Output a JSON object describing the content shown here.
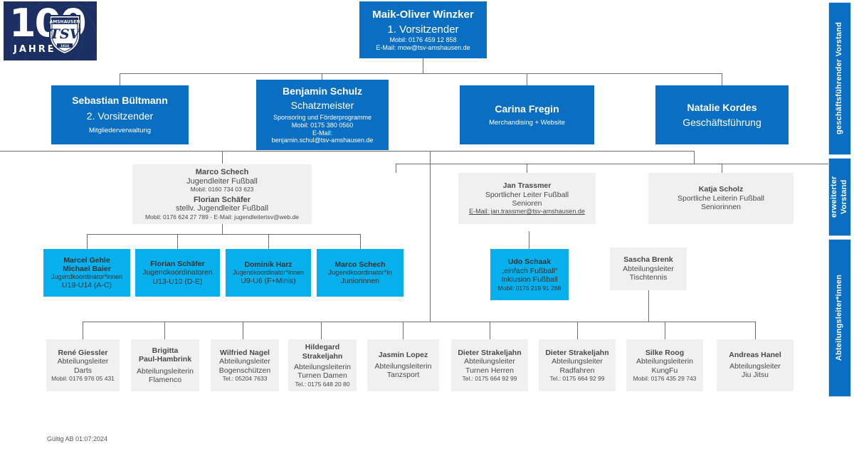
{
  "logo": {
    "number": "100",
    "word": "JAHRE",
    "crest_club": "AMSHAUSEN",
    "crest_initials": "TSV",
    "crest_year": "1924"
  },
  "footer": {
    "validity": "Gültig AB 01:07:2024"
  },
  "side_bands": [
    {
      "label": "geschäftsführender Vorstand"
    },
    {
      "label": "erweiterter Vorstand"
    },
    {
      "label": "Abteilungsleiter*innen"
    }
  ],
  "root": {
    "name": "Maik-Oliver Winzker",
    "role": "1. Vorsitzender",
    "mobile": "Mobil: 0176 459 12 858",
    "email": "E-Mail: mow@tsv-amshausen.de"
  },
  "board": [
    {
      "name": "Sebastian Bültmann",
      "role": "2. Vorsitzender",
      "detail": "Mitgliederverwaltung"
    },
    {
      "name": "Benjamin Schulz",
      "role": "Schatzmeister",
      "detail": "Sponsoring und Förderprogramme",
      "mobile": "Mobil: 0175 380 0560",
      "email_label": "E-Mail:",
      "email": "benjamin.schul@tsv-amshausen.de"
    },
    {
      "name": "Carina Fregin",
      "role": "",
      "detail": "Merchandising + Website"
    },
    {
      "name": "Natalie Kordes",
      "role": "Geschäftsführung",
      "detail": ""
    }
  ],
  "extended_board": [
    {
      "name1": "Marco Schech",
      "role1": "Jugendleiter Fußball",
      "contact1": "Mobil: 0160 734 03 623",
      "name2": "Florian Schäfer",
      "role2": "stellv. Jugendleiter Fußball",
      "contact2": "Mobil: 0176 624 27 789 - E-Mail: jugendleitertsv@web.de"
    },
    {
      "name": "Jan Trassmer",
      "role": "Sportlicher Leiter Fußball",
      "detail": "Senioren",
      "email": "E-Mail: jan.trassmer@tsv-amshausen.de"
    },
    {
      "name": "Katja Scholz",
      "role": "Sportliche Leiterin Fußball",
      "detail": "Seniorinnen"
    }
  ],
  "youth_coordinators": [
    {
      "name": "Marcel Gehle",
      "name2": "Michael Baier",
      "role": "Jugendkoordinator*innen",
      "detail": "U19-U14 (A-C)"
    },
    {
      "name": "Florian Schäfer",
      "name2": "",
      "role": "Jugendkoordinatoren",
      "detail": "U13-U10 (D-E)"
    },
    {
      "name": "Dominik Harz",
      "name2": "",
      "role": "Jugendkoordinator*innen",
      "detail": "U9-U6 (F+Minis)"
    },
    {
      "name": "Marco Schech",
      "name2": "",
      "role": "Jugendkoordinator*in",
      "detail": "Juniorinnen"
    }
  ],
  "inclusion": {
    "name": "Udo Schaak",
    "role": "„einfach Fußball“",
    "detail": "Inklusion Fußball",
    "mobile": "Mobil: 0176 219 91 268"
  },
  "table_tennis": {
    "name": "Sascha Brenk",
    "role": "Abteilungsleiter",
    "detail": "Tischtennis"
  },
  "departments": [
    {
      "name": "René Giessler",
      "name2": "",
      "role": "Abteilungsleiter",
      "detail": "Darts",
      "contact": "Mobil: 0176 976 05 431"
    },
    {
      "name": "Brigitta",
      "name2": "Paul-Hambrink",
      "role": "Abteilungsleiterin",
      "detail": "Flamenco",
      "contact": ""
    },
    {
      "name": "Wilfried Nagel",
      "name2": "",
      "role": "Abteilungsleiter",
      "detail": "Bogenschützen",
      "contact": "Tel.: 05204 7633"
    },
    {
      "name": "Hildegard",
      "name2": "Strakeljahn",
      "role": "Abteilungsleiterin",
      "detail": "Turnen Damen",
      "contact": "Tel.: 0175 648 20 80"
    },
    {
      "name": "Jasmin Lopez",
      "name2": "",
      "role": "Abteilungsleiterin",
      "detail": "Tanzsport",
      "contact": ""
    },
    {
      "name": "Dieter Strakeljahn",
      "name2": "",
      "role": "Abteilungsleiter",
      "detail": "Turnen Herren",
      "contact": "Tel.: 0175 664 92 99"
    },
    {
      "name": "Dieter Strakeljahn",
      "name2": "",
      "role": "Abteilungsleiter",
      "detail": "Radfahren",
      "contact": "Tel.: 0175 664 92 99"
    },
    {
      "name": "Silke Roog",
      "name2": "",
      "role": "Abteilungsleiterin",
      "detail": "KungFu",
      "contact": "Mobil: 0176 435 29 743"
    },
    {
      "name": "Andreas Hanel",
      "name2": "",
      "role": "Abteilungsleiter",
      "detail": "Jiu Jitsu",
      "contact": ""
    }
  ],
  "colors": {
    "blue": "#0a6ec2",
    "cyan": "#06b0ec",
    "grey": "#f0f0f0",
    "navy": "#1c2f63",
    "line": "#6e6e6e"
  }
}
